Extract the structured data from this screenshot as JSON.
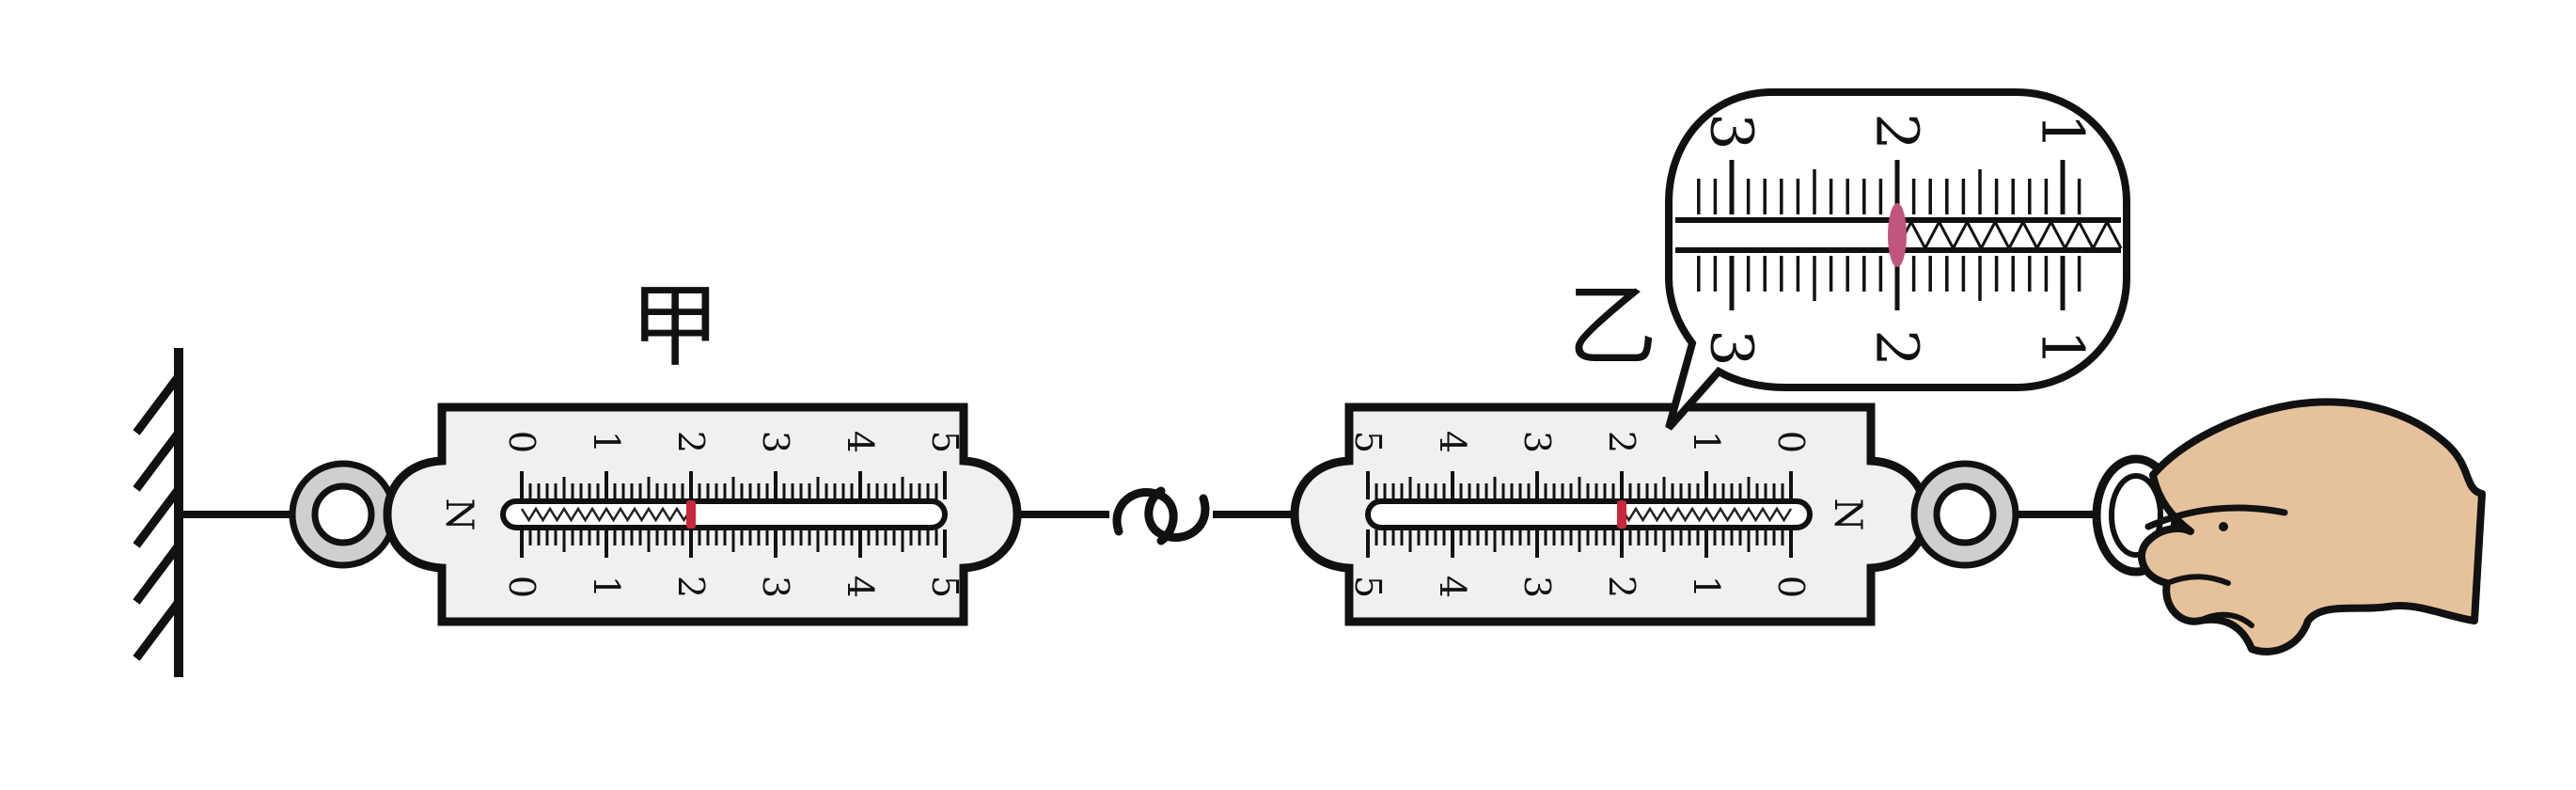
{
  "labels": {
    "jia": "甲",
    "yi": "乙"
  },
  "scale_numbers": [
    "0",
    "1",
    "2",
    "3",
    "4",
    "5"
  ],
  "unit": "N",
  "meter_jia": {
    "reading": 2.0,
    "max": 5
  },
  "meter_yi": {
    "reading": 2.0,
    "max": 5
  },
  "zoom": {
    "numbers": [
      "3",
      "2",
      "1"
    ],
    "reading": 2.0
  },
  "colors": {
    "indicator": "#c8283a",
    "zoom_indicator": "#c0557e",
    "hand_skin": "#e6c29c",
    "meter_body": "#f0f0f0",
    "ring_fill": "#cfcfcf"
  }
}
